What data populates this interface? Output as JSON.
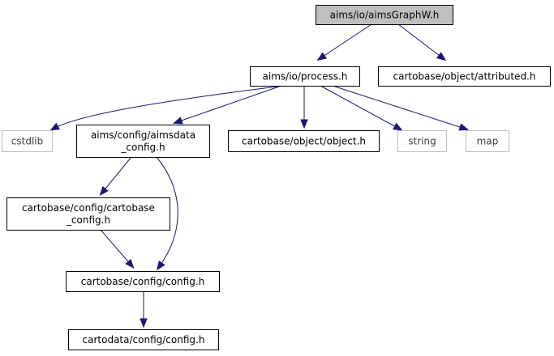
{
  "nodes": [
    {
      "id": "aimsgraphw",
      "label": "aims/io/aimsGraphW.h",
      "style": "highlight"
    },
    {
      "id": "process",
      "label": "aims/io/process.h",
      "style": "normal"
    },
    {
      "id": "attributed",
      "label": "cartobase/object/attributed.h",
      "style": "normal"
    },
    {
      "id": "cstdlib",
      "label": "cstdlib",
      "style": "external"
    },
    {
      "id": "aimsdata_config",
      "label": "aims/config/aimsdata\n_config.h",
      "style": "normal"
    },
    {
      "id": "object",
      "label": "cartobase/object/object.h",
      "style": "normal"
    },
    {
      "id": "string",
      "label": "string",
      "style": "external"
    },
    {
      "id": "map",
      "label": "map",
      "style": "external"
    },
    {
      "id": "cartobase_config",
      "label": "cartobase/config/cartobase\n_config.h",
      "style": "normal"
    },
    {
      "id": "config",
      "label": "cartobase/config/config.h",
      "style": "normal"
    },
    {
      "id": "cartodata_config",
      "label": "cartodata/config/config.h",
      "style": "normal"
    }
  ],
  "edges": [
    {
      "from": "aimsgraphw",
      "to": "process"
    },
    {
      "from": "aimsgraphw",
      "to": "attributed"
    },
    {
      "from": "process",
      "to": "cstdlib"
    },
    {
      "from": "process",
      "to": "aimsdata_config"
    },
    {
      "from": "process",
      "to": "object"
    },
    {
      "from": "process",
      "to": "string"
    },
    {
      "from": "process",
      "to": "map"
    },
    {
      "from": "aimsdata_config",
      "to": "cartobase_config"
    },
    {
      "from": "aimsdata_config",
      "to": "config"
    },
    {
      "from": "cartobase_config",
      "to": "config"
    },
    {
      "from": "config",
      "to": "cartodata_config"
    }
  ],
  "colors": {
    "edge": "#191970",
    "highlight_fill": "#bfbfbf",
    "normal_fill": "#ffffff",
    "normal_stroke": "#000000",
    "external_stroke": "#bfbfbf",
    "external_text": "#404040",
    "text": "#000000"
  }
}
